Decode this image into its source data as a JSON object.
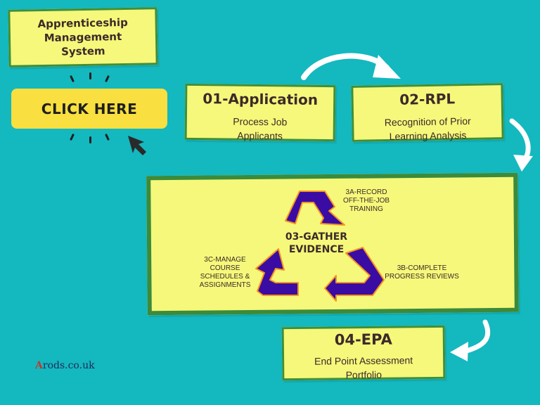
{
  "title_note": {
    "line1": "Apprenticeship",
    "line2": "Management",
    "line3": "System"
  },
  "cta": {
    "label": "CLICK HERE"
  },
  "steps": {
    "application": {
      "title": "01-Application",
      "desc_line1": "Process Job",
      "desc_line2": "Applicants"
    },
    "rpl": {
      "title": "02-RPL",
      "desc_line1": "Recognition of Prior",
      "desc_line2": "Learning Analysis"
    },
    "evidence": {
      "title_line1": "03-GATHER",
      "title_line2": "EVIDENCE",
      "sub_a": {
        "line1": "3A-RECORD",
        "line2": "OFF-THE-JOB",
        "line3": "TRAINING"
      },
      "sub_b": {
        "line1": "3B-COMPLETE",
        "line2": "PROGRESS REVIEWS"
      },
      "sub_c": {
        "line1": "3C-MANAGE",
        "line2": "COURSE",
        "line3": "SCHEDULES &",
        "line4": "ASSIGNMENTS"
      }
    },
    "epa": {
      "title": "04-EPA",
      "desc_line1": "End Point Assessment",
      "desc_line2": "Portfolio"
    }
  },
  "brand": {
    "first_letter": "A",
    "rest": "rods.co.uk"
  },
  "colors": {
    "background": "#14b8bf",
    "note": "#f5f87a",
    "note_border": "#3f8f3a",
    "cta": "#f9df3f",
    "recycle": "#3a0ca3",
    "recycle_outline": "#f7931e"
  }
}
